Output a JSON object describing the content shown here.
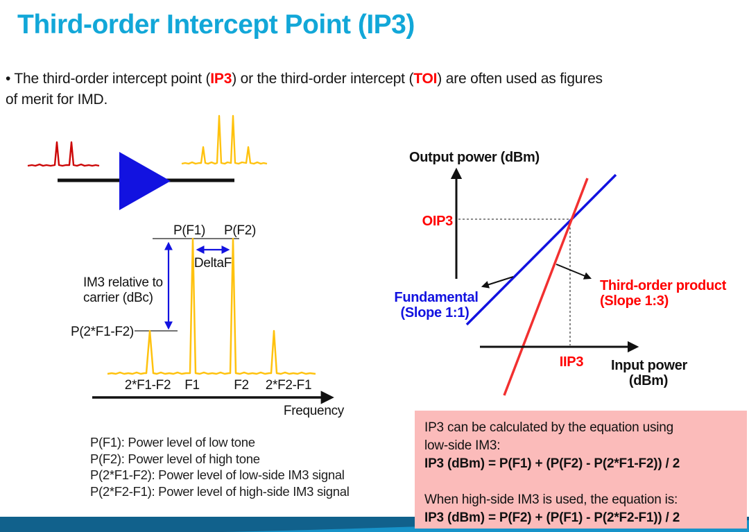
{
  "slide": {
    "title": "Third-order Intercept Point (IP3)",
    "bullet": {
      "seg1": "• The third-order intercept point (",
      "highlight1": "IP3",
      "seg2": ") or the third-order intercept (",
      "highlight2": "TOI",
      "seg3": ") are often used as figures",
      "line2": "of merit for IMD."
    }
  },
  "spectrum_diagram": {
    "pf1_label": "P(F1)",
    "pf2_label": "P(F2)",
    "deltaf_label": "DeltaF",
    "im3_label_line1": "IM3 relative to",
    "im3_label_line2": "carrier (dBc)",
    "p2f1f2_label": "P(2*F1-F2)",
    "peak_labels": [
      "2*F1-F2",
      "F1",
      "F2",
      "2*F2-F1"
    ],
    "x_axis_label": "Frequency"
  },
  "ip3_graph": {
    "y_axis_label": "Output power (dBm)",
    "oip3_label": "OIP3",
    "iip3_label": "IIP3",
    "fundamental_line1": "Fundamental",
    "fundamental_line2": "(Slope 1:1)",
    "third_order_line1": "Third-order product",
    "third_order_line2": "(Slope 1:3)",
    "x_axis_label_line1": "Input power",
    "x_axis_label_line2": "(dBm)"
  },
  "definitions": [
    "P(F1): Power level of low tone",
    "P(F2): Power level of high tone",
    "P(2*F1-F2): Power level of low-side IM3 signal",
    "P(2*F2-F1): Power level of high-side IM3 signal"
  ],
  "equation_box": {
    "line1": "IP3 can be calculated by the equation using",
    "line2": "low-side IM3:",
    "eq1": "IP3 (dBm) = P(F1) + (P(F2) - P(2*F1-F2)) / 2",
    "line3": "When high-side IM3 is used, the equation is:",
    "eq2": "IP3 (dBm) = P(F2) + (P(F1) - P(2*F2-F1)) / 2"
  },
  "colors": {
    "title_cyan": "#12a7d8",
    "accent_red": "#ff0000",
    "spectrum_red": "#cc0505",
    "line_blue": "#1212e0",
    "graph_red": "#f23030",
    "spectrum_yellow": "#ffc20e",
    "equation_box_pink": "#fbbbba",
    "footer_dark_teal": "#11618c",
    "footer_light_blue": "#1793c9"
  }
}
